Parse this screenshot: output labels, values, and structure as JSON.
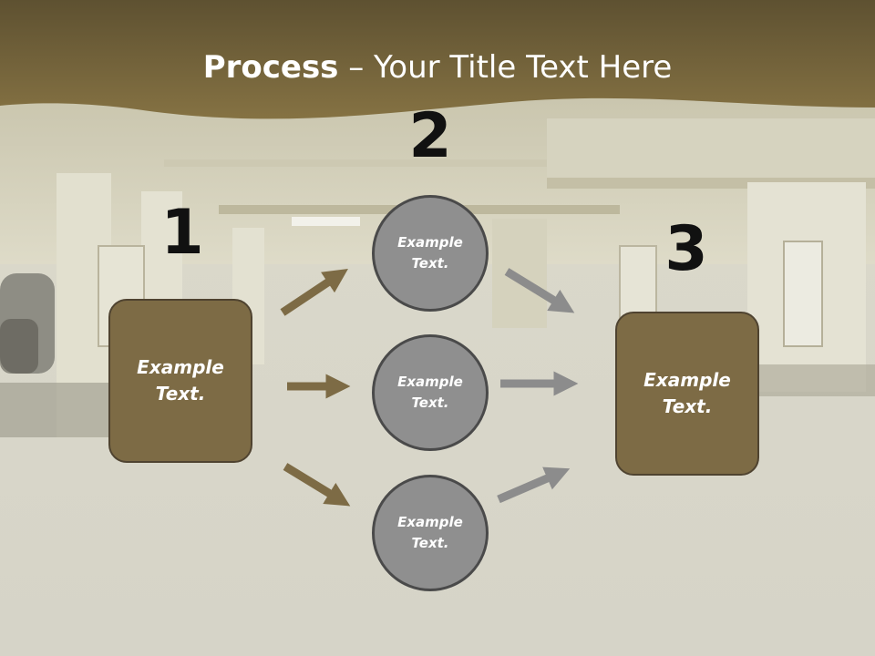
{
  "title": {
    "bold": "Process",
    "rest": " – Your Title Text Here"
  },
  "steps": {
    "one": "1",
    "two": "2",
    "three": "3"
  },
  "boxes": {
    "left": "Example Text.",
    "right": "Example Text."
  },
  "circles": {
    "top": "Example Text.",
    "middle": "Example Text.",
    "bottom": "Example Text."
  },
  "colors": {
    "header": "#7b6a3f",
    "box_fill": "#7d6b45",
    "circle_fill": "#8f8f8f",
    "arrow_brown": "#7d6b45",
    "arrow_gray": "#8c8c8c"
  }
}
